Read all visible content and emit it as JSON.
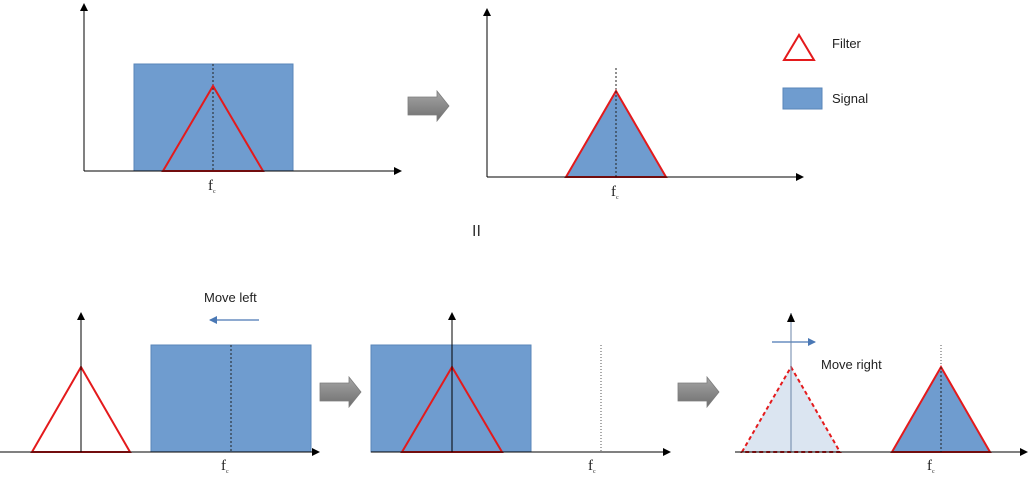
{
  "legend": {
    "filter_label": "Filter",
    "signal_label": "Signal"
  },
  "labels": {
    "fc_main": "f",
    "fc_sub": "c",
    "equivalence": "II",
    "move_left": "Move left",
    "move_right": "Move right"
  },
  "colors": {
    "signal_fill": "#6f9ccf",
    "signal_edge": "#5a86b8",
    "filter_edge": "#e41a1c",
    "filter_ghost_fill": "#dbe5f1",
    "arrow_fill": "#8c8c8c",
    "move_arrow": "#4a78b5",
    "axis": "#000000"
  }
}
